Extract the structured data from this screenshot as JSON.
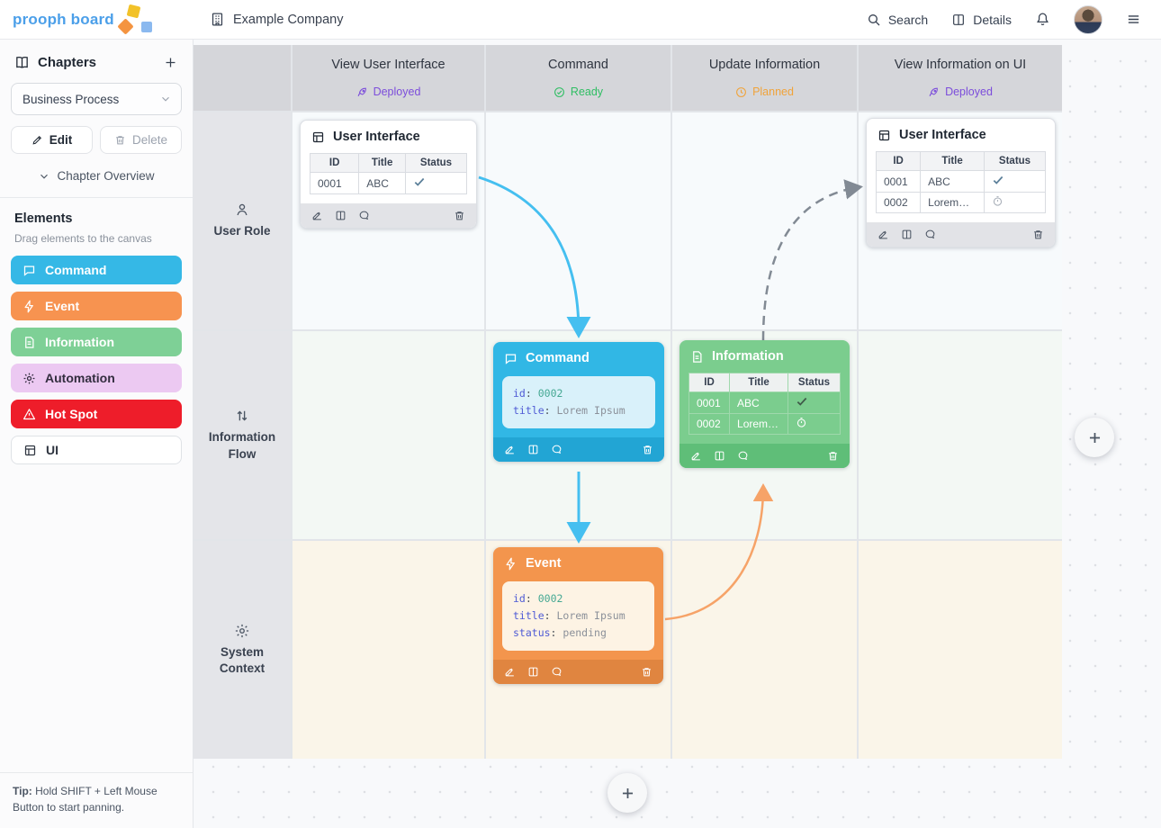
{
  "topbar": {
    "logo": "prooph board",
    "company": "Example Company",
    "search_label": "Search",
    "details_label": "Details"
  },
  "sidebar": {
    "chapters_title": "Chapters",
    "chapter_select_value": "Business Process",
    "edit_label": "Edit",
    "delete_label": "Delete",
    "overview_label": "Chapter Overview",
    "elements_title": "Elements",
    "elements_hint": "Drag elements to the canvas",
    "palette": [
      {
        "label": "Command",
        "color": "#35b8e6",
        "text": "#ffffff",
        "icon": "chat-icon"
      },
      {
        "label": "Event",
        "color": "#f79350",
        "text": "#ffffff",
        "icon": "bolt-icon"
      },
      {
        "label": "Information",
        "color": "#7ed096",
        "text": "#ffffff",
        "icon": "document-icon"
      },
      {
        "label": "Automation",
        "color": "#ecc9f2",
        "text": "#332d3f",
        "icon": "gear-icon"
      },
      {
        "label": "Hot Spot",
        "color": "#ee1d2a",
        "text": "#ffffff",
        "icon": "warning-icon"
      },
      {
        "label": "UI",
        "color": "#ffffff",
        "text": "#2f3540",
        "icon": "window-icon"
      }
    ],
    "tip_bold": "Tip:",
    "tip_text": " Hold SHIFT + Left Mouse Button to start panning."
  },
  "board": {
    "columns": [
      {
        "title": "View User Interface",
        "status": "Deployed",
        "status_color": "#7c4ddb",
        "status_icon": "rocket-icon"
      },
      {
        "title": "Command",
        "status": "Ready",
        "status_color": "#2fbe63",
        "status_icon": "check-circle-icon"
      },
      {
        "title": "Update Information",
        "status": "Planned",
        "status_color": "#f0a33a",
        "status_icon": "clock-icon"
      },
      {
        "title": "View Information on UI",
        "status": "Deployed",
        "status_color": "#7c4ddb",
        "status_icon": "rocket-icon"
      }
    ],
    "rows": [
      {
        "label": "User Role",
        "icon": "person-icon"
      },
      {
        "label": "Information Flow",
        "icon": "arrows-updown-icon"
      },
      {
        "label": "System Context",
        "icon": "gear-icon"
      }
    ]
  },
  "cards": {
    "ui1": {
      "title": "User Interface",
      "headers": [
        "ID",
        "Title",
        "Status"
      ],
      "rows": [
        {
          "id": "0001",
          "title": "ABC",
          "status": "check"
        }
      ]
    },
    "ui2": {
      "title": "User Interface",
      "headers": [
        "ID",
        "Title",
        "Status"
      ],
      "rows": [
        {
          "id": "0001",
          "title": "ABC",
          "status": "check"
        },
        {
          "id": "0002",
          "title": "Lorem…",
          "status": "clock"
        }
      ]
    },
    "command": {
      "title": "Command",
      "code": [
        {
          "key": "id",
          "value": "0002",
          "type": "num"
        },
        {
          "key": "title",
          "value": "Lorem Ipsum",
          "type": "str"
        }
      ]
    },
    "information": {
      "title": "Information",
      "headers": [
        "ID",
        "Title",
        "Status"
      ],
      "rows": [
        {
          "id": "0001",
          "title": "ABC",
          "status": "check"
        },
        {
          "id": "0002",
          "title": "Lorem…",
          "status": "clock"
        }
      ]
    },
    "event": {
      "title": "Event",
      "code": [
        {
          "key": "id",
          "value": "0002",
          "type": "num"
        },
        {
          "key": "title",
          "value": "Lorem Ipsum",
          "type": "str"
        },
        {
          "key": "status",
          "value": "pending",
          "type": "str"
        }
      ]
    }
  },
  "colors": {
    "arrow_cyan": "#45bff0",
    "arrow_orange": "#f6a368",
    "arrow_gray": "#828a94",
    "accent_blue": "#4b9fe9"
  }
}
